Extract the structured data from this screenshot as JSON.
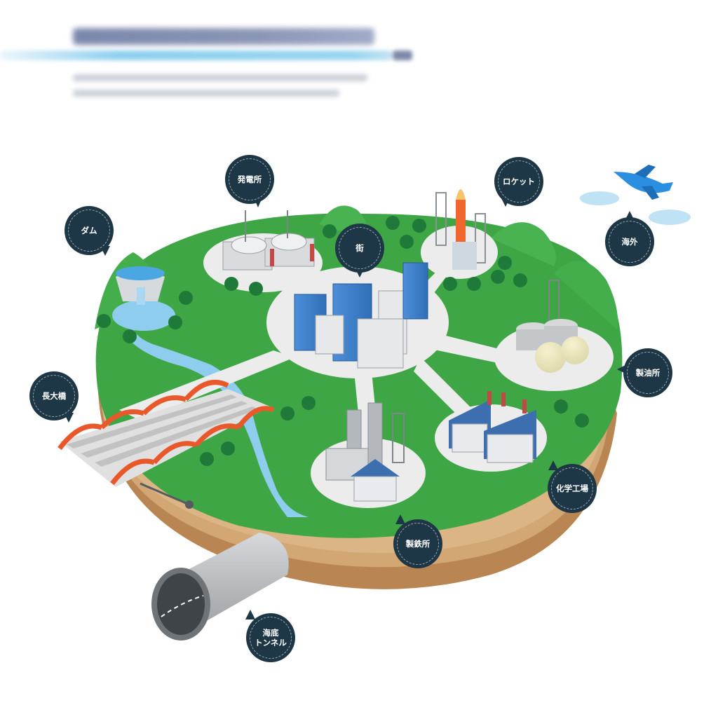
{
  "labels": {
    "hatsudensho": "発電所",
    "rocket": "ロケット",
    "dam": "ダム",
    "machi": "街",
    "kaigai": "海外",
    "seiyusho": "製油所",
    "choudaikyo": "長大橋",
    "kagaku_koujou": "化学工場",
    "seitetsusho": "製鉄所",
    "kaitei_tunnel": "海底\nトンネル"
  },
  "colors": {
    "bubble": "#1e3746",
    "grass": "#3fa646",
    "soil": "#c5915e",
    "water": "#8fcdee",
    "plaza": "#ececec",
    "bridge_arch": "#e8582a",
    "rocket_body": "#f0662c"
  }
}
